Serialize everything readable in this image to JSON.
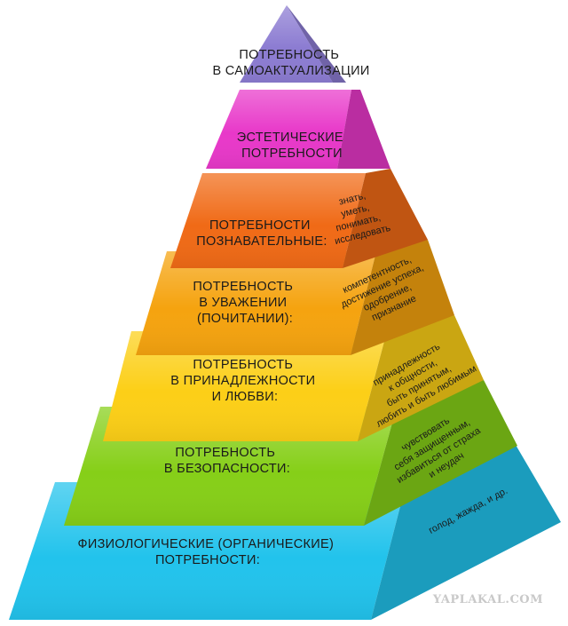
{
  "colors": {
    "tier7": "#8c7cd2",
    "tier6": "#e838c9",
    "tier5": "#f06a16",
    "tier4": "#f5a30f",
    "tier3": "#fccf17",
    "tier2": "#86cf18",
    "tier1": "#22c3ec"
  },
  "levels": [
    {
      "id": "self-actualization",
      "front": [
        "ПОТРЕБНОСТЬ",
        "В САМОАКТУАЛИЗАЦИИ"
      ],
      "side": []
    },
    {
      "id": "aesthetic",
      "front": [
        "ЭСТЕТИЧЕСКИЕ",
        "ПОТРЕБНОСТИ"
      ],
      "side": []
    },
    {
      "id": "cognitive",
      "front": [
        "ПОТРЕБНОСТИ",
        "ПОЗНАВАТЕЛЬНЫЕ:"
      ],
      "side": [
        "знать,",
        "уметь,",
        "понимать,",
        "исследовать"
      ]
    },
    {
      "id": "esteem",
      "front": [
        "ПОТРЕБНОСТЬ",
        "В УВАЖЕНИИ",
        "(ПОЧИТАНИИ):"
      ],
      "side": [
        "компетентность,",
        "достижение успеха,",
        "одобрение,",
        "признание"
      ]
    },
    {
      "id": "belonging",
      "front": [
        "ПОТРЕБНОСТЬ",
        "В ПРИНАДЛЕЖНОСТИ",
        "И ЛЮБВИ:"
      ],
      "side": [
        "принадлежность",
        "к общности,",
        "быть принятым,",
        "любить и быть любимым"
      ]
    },
    {
      "id": "safety",
      "front": [
        "ПОТРЕБНОСТЬ",
        "В БЕЗОПАСНОСТИ:"
      ],
      "side": [
        "чувствовать",
        "себя защищенным,",
        "избавиться от страха",
        "и неудач"
      ]
    },
    {
      "id": "physiological",
      "front": [
        "ФИЗИОЛОГИЧЕСКИЕ (ОРГАНИЧЕСКИЕ)",
        "ПОТРЕБНОСТИ:"
      ],
      "side": [
        "голод, жажда, и др."
      ]
    }
  ],
  "watermark": "YAPLAKAL.COM"
}
